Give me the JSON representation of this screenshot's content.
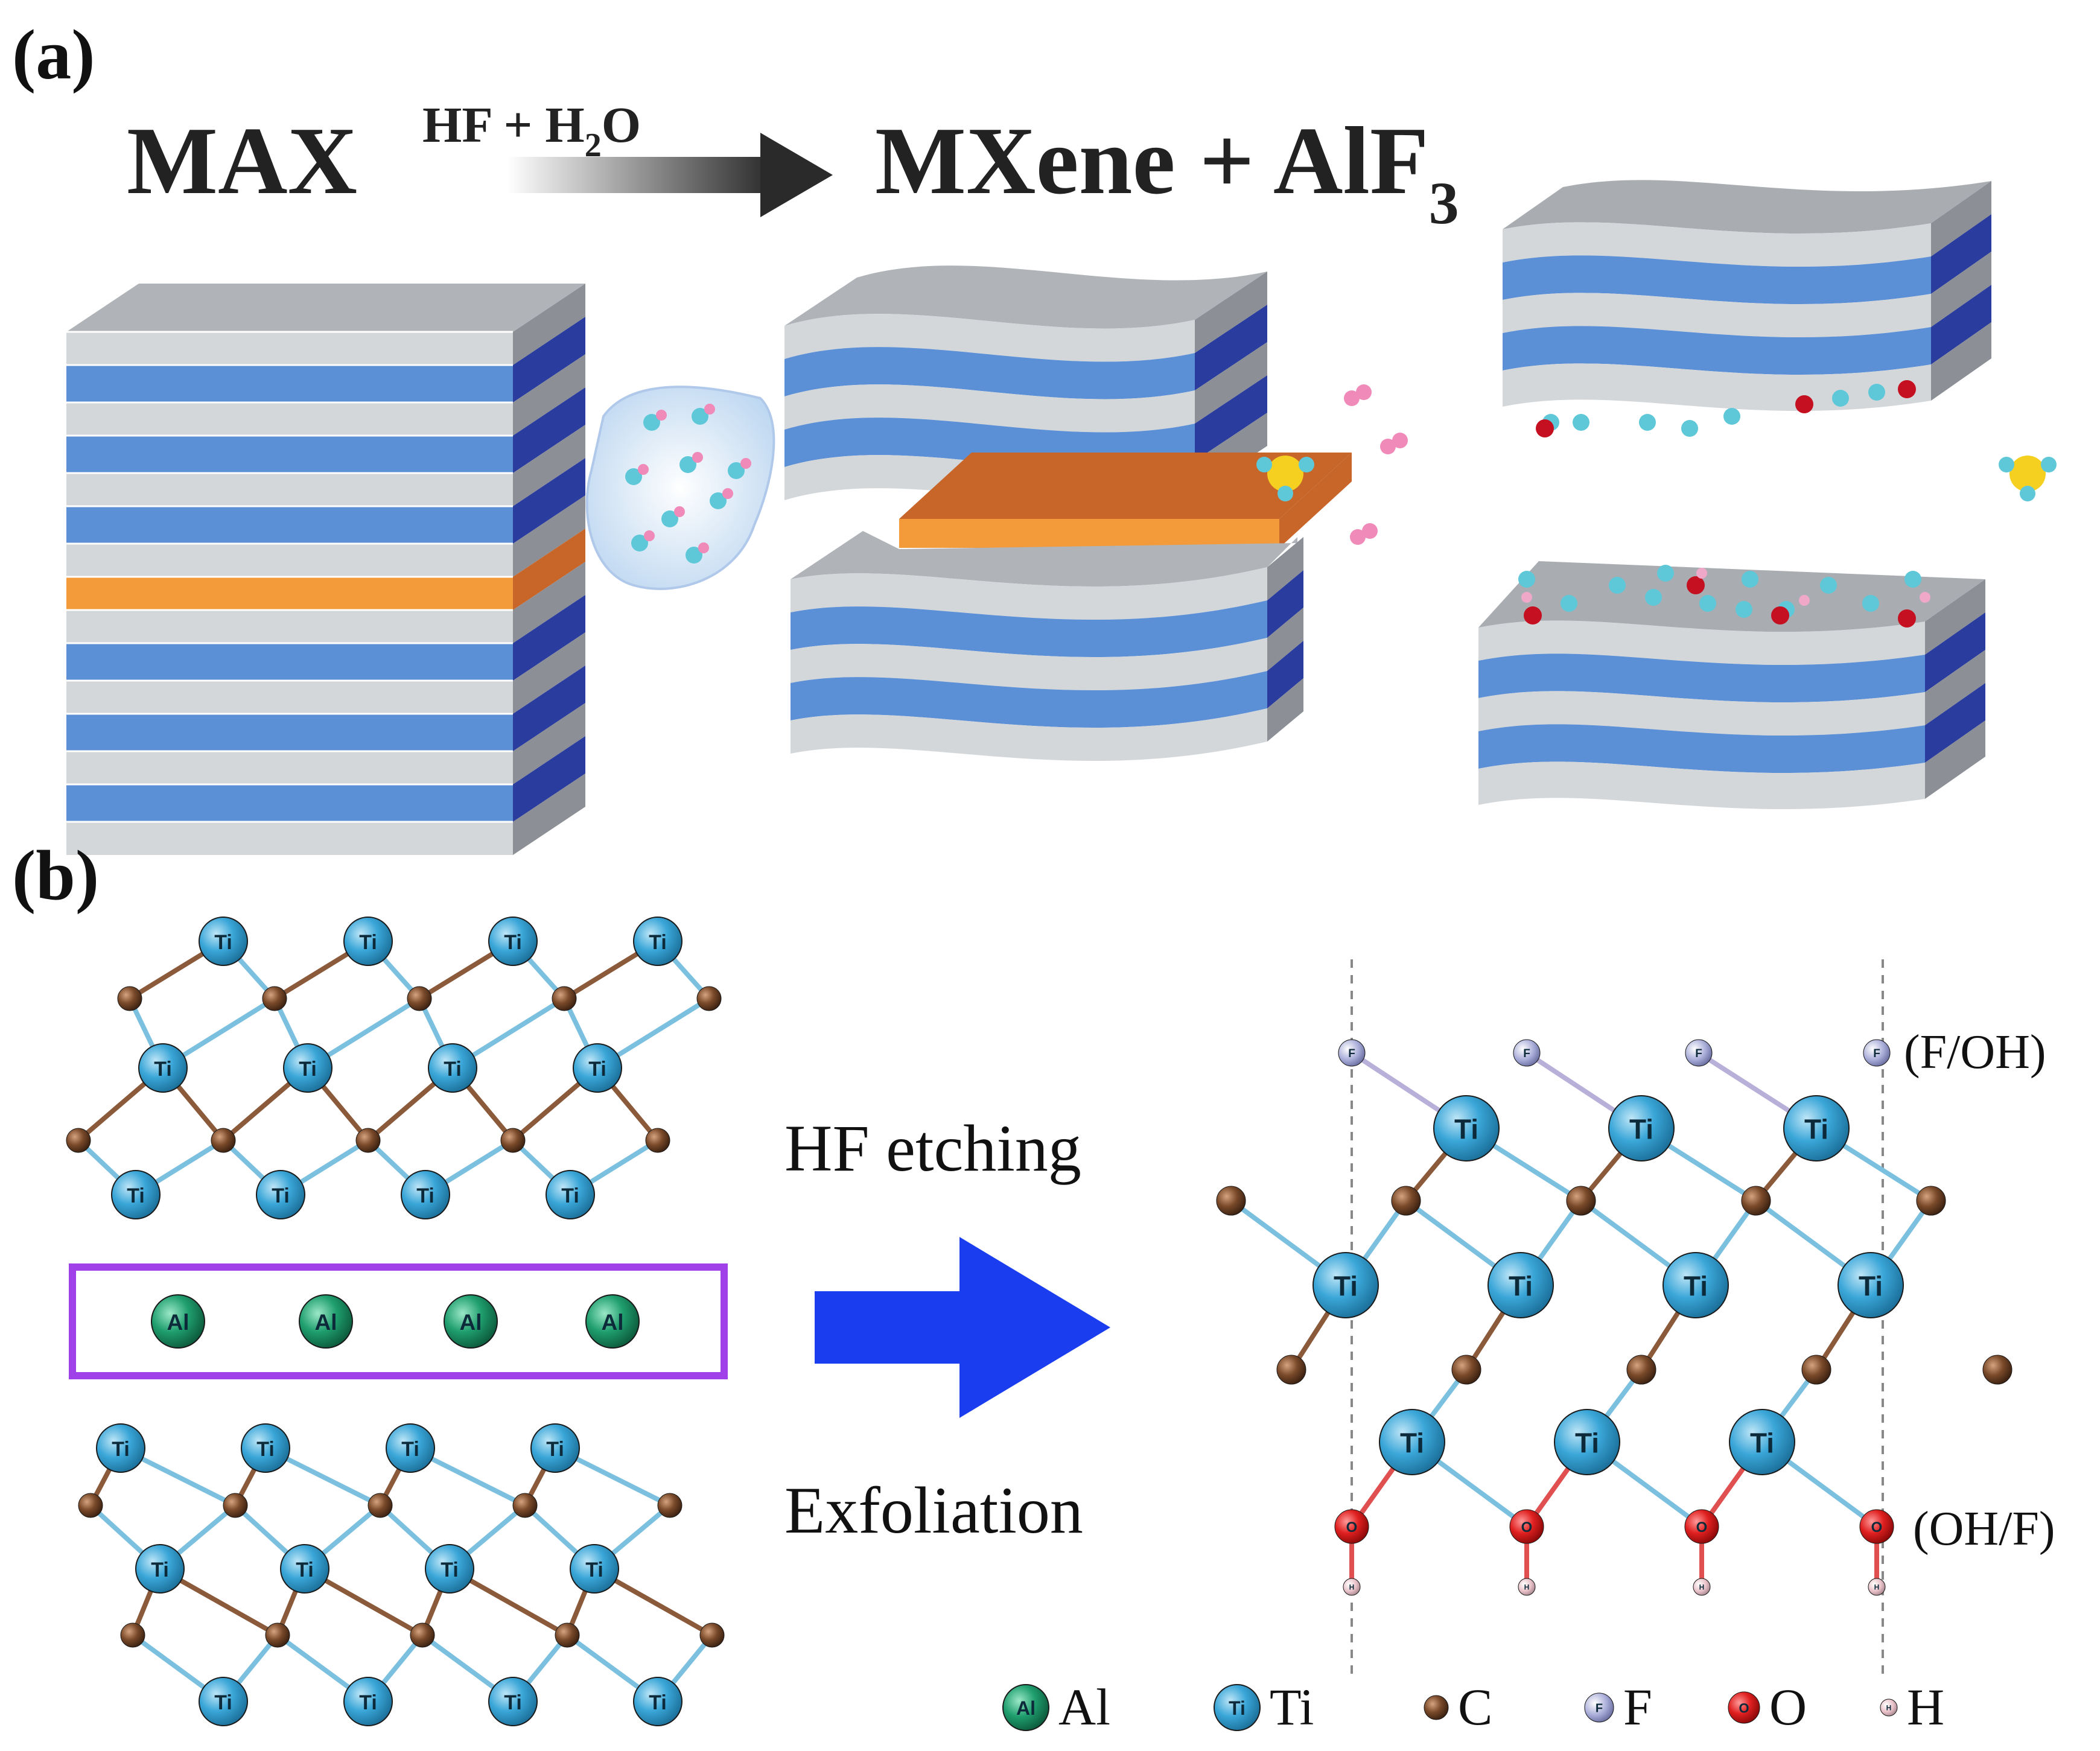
{
  "panel_a": {
    "label": "(a)",
    "max_label": "MAX",
    "reagent": "HF + H",
    "reagent_sub": "2",
    "reagent_end": "O",
    "product_label": "MXene + AlF",
    "product_sub": "3"
  },
  "panel_b": {
    "label": "(b)",
    "step_top": "HF etching",
    "step_bottom": "Exfoliation",
    "term_top": "(F/OH)",
    "term_bottom": "(OH/F)",
    "atoms": {
      "ti": "Ti",
      "al": "Al",
      "c": "C",
      "f": "F",
      "o": "O",
      "h": "H"
    }
  },
  "legend": [
    {
      "symbol": "Al",
      "label": "Al",
      "color": "#1f9e6e"
    },
    {
      "symbol": "Ti",
      "label": "Ti",
      "color": "#3aa6d8"
    },
    {
      "symbol": "C",
      "label": "C",
      "color": "#7a4a2a"
    },
    {
      "symbol": "F",
      "label": "F",
      "color": "#a8acd8"
    },
    {
      "symbol": "O",
      "label": "O",
      "color": "#e02020"
    },
    {
      "symbol": "H",
      "label": "H",
      "color": "#e8c0c8"
    }
  ],
  "colors": {
    "sheet_gray": "#c9cdd2",
    "sheet_gray_top": "#a9adb2",
    "sheet_blue": "#5b8fd6",
    "sheet_blue_dark": "#2a3d9e",
    "al_layer": "#f39a3a",
    "al_layer_dark": "#c8662a",
    "selection_box": "#a040e8",
    "arrow_blue": "#1a3df0"
  }
}
